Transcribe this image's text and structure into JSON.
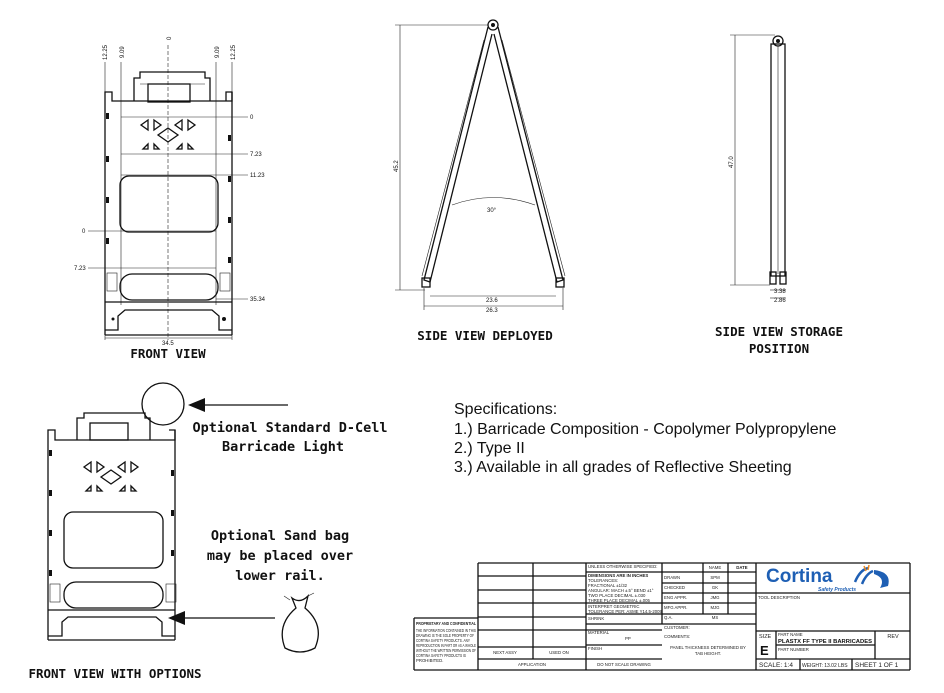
{
  "front_view": {
    "caption": "FRONT VIEW",
    "top_dims": [
      "12.25",
      "9.09",
      "0",
      "9.09",
      "12.25"
    ],
    "right_dims": [
      "0",
      "7.23",
      "11.23",
      "35.34"
    ],
    "left_dims": [
      "0",
      "7.23"
    ],
    "width_dim": "34.5"
  },
  "side_deployed": {
    "caption": "SIDE VIEW DEPLOYED",
    "height": "45.2",
    "angle": "30°",
    "inner_width": "23.6",
    "outer_width": "26.3"
  },
  "side_storage": {
    "caption_line1": "SIDE VIEW STORAGE",
    "caption_line2": "POSITION",
    "height": "47.0",
    "dim1": "3.38",
    "dim2": "2.86"
  },
  "options_view": {
    "caption": "FRONT VIEW WITH OPTIONS",
    "light_note": [
      "Optional Standard D-Cell",
      "Barricade Light"
    ],
    "sandbag_note": [
      "Optional Sand bag",
      "may be placed over",
      "lower rail."
    ]
  },
  "specifications": {
    "title": "Specifications:",
    "items": [
      "1.) Barricade Composition - Copolymer Polypropylene",
      "2.) Type II",
      "3.) Available in all grades of Reflective Sheeting"
    ]
  },
  "title_block": {
    "unless": "UNLESS OTHERWISE SPECIFIED:",
    "dims_title": "DIMENSIONS ARE IN INCHES",
    "tolerances": [
      "TOLERANCES:",
      "FRACTIONAL ±1/32",
      "ANGULAR: MACH ±.5° BEND ±1°",
      "TWO PLACE DECIMAL ±.030",
      "THREE PLACE DECIMAL ±.005"
    ],
    "interpret": [
      "INTERPRET GEOMETRIC",
      "TOLERANCE PER: ASME Y14.5-2009"
    ],
    "shrink": "SHRINK",
    "material_label": "MATERIAL",
    "material": "PP",
    "finish": "FINISH",
    "next_assy": "NEXT ASSY",
    "used_on": "USED ON",
    "application": "APPLICATION",
    "do_not_scale": "DO NOT SCALE DRAWING",
    "proprietary_title": "PROPRIETARY AND CONFIDENTIAL",
    "proprietary_text": [
      "THE INFORMATION CONTAINED IN THIS",
      "DRAWING IS THE SOLE PROPERTY OF",
      "CORTINA SAFETY PRODUCTS. ANY",
      "REPRODUCTION IN PART OR AS A WHOLE",
      "WITHOUT THE WRITTEN PERMISSION OF",
      "CORTINA SAFETY PRODUCTS IS",
      "PROHIBITED."
    ],
    "name_header": "NAME",
    "date_header": "DATE",
    "approvals": [
      {
        "role": "DRAWN",
        "name": "SPM"
      },
      {
        "role": "CHECKED",
        "name": "GK"
      },
      {
        "role": "ENG APPR.",
        "name": "JMG"
      },
      {
        "role": "MFG APPR.",
        "name": "MJG"
      },
      {
        "role": "Q.A.",
        "name": "MS"
      }
    ],
    "customer": "CUSTOMER:",
    "comments": "COMMENTS:",
    "comment_text": [
      "PANEL THICKNESS DETERMINED BY",
      "TAB HEIGHT."
    ],
    "logo_text": "Cortina",
    "logo_sub": "Safety Products",
    "tool_description": "TOOL DESCRIPTION",
    "size_label": "SIZE",
    "size": "E",
    "part_name_label": "PART NAME",
    "part_name": "PLASTX FF TYPE II BARRICADES",
    "part_number_label": "PART NUMBER",
    "rev": "REV",
    "scale": "SCALE: 1:4",
    "weight": "WEIGHT: 13.02 LBS",
    "sheet": "SHEET 1 OF 1",
    "colors": {
      "logo_blue": "#1e5fb4",
      "logo_orange": "#f08a1c"
    }
  }
}
